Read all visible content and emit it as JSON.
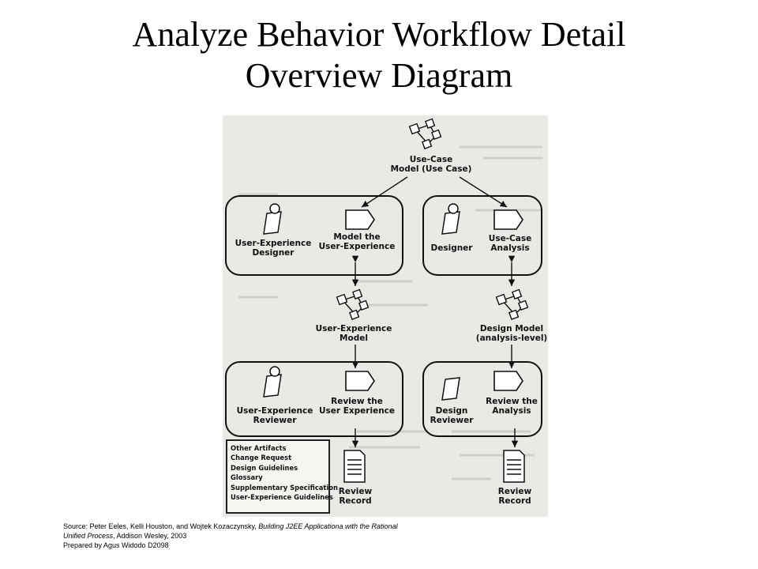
{
  "title": {
    "line1": "Analyze Behavior Workflow Detail",
    "line2": "Overview Diagram"
  },
  "diagram": {
    "use_case_model": "Use-Case\nModel (Use Case)",
    "ux_designer": "User-Experience\nDesigner",
    "model_ux": "Model the\nUser-Experience",
    "designer": "Designer",
    "use_case_analysis": "Use-Case\nAnalysis",
    "ux_model": "User-Experience\nModel",
    "design_model": "Design Model\n(analysis-level)",
    "ux_reviewer": "User-Experience\nReviewer",
    "review_ux": "Review the\nUser Experience",
    "design_reviewer": "Design\nReviewer",
    "review_analysis": "Review the\nAnalysis",
    "review_record_left": "Review\nRecord",
    "review_record_right": "Review\nRecord",
    "other_artifacts": {
      "heading": "Other Artifacts",
      "items": [
        "Change Request",
        "Design Guidelines",
        "Glossary",
        "Supplementary Specification",
        "User-Experience Guidelines"
      ]
    }
  },
  "source": {
    "prefix": "Source: Peter Eeles, Kelli Houston, and Wojtek Kozaczynsky, ",
    "book_part1": "Building J2EE Applicationa with the Rational",
    "book_part2": "Unified Process",
    "suffix": ", Addison Wesley, 2003",
    "prepared": "Prepared by Agus Widodo D2098"
  }
}
